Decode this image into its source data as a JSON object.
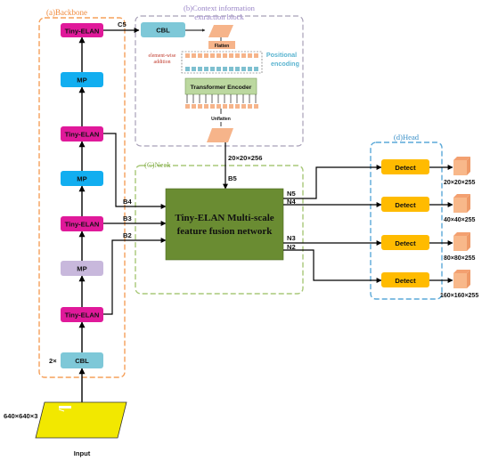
{
  "sections": {
    "backbone": "(a)Backbone",
    "context_line1": "(b)Context information",
    "context_line2": "extraction block",
    "neck": "(C)Neck",
    "head": "(d)Head"
  },
  "backbone": {
    "tiny_elan": "Tiny-ELAN",
    "mp": "MP",
    "cbl": "CBL",
    "repeat": "2×"
  },
  "context": {
    "cbl": "CBL",
    "flatten": "Flatten",
    "unflatten": "Unflatten",
    "transformer": "Transformer Encoder",
    "elementwise_line1": "element-wise",
    "elementwise_line2": "addition",
    "positional_line1": "Positional",
    "positional_line2": "encoding"
  },
  "labels": {
    "c5": "C5",
    "b5": "B5",
    "b4": "B4",
    "b3": "B3",
    "b2": "B2",
    "n5": "N5",
    "n4": "N4",
    "n3": "N3",
    "n2": "N2",
    "dim_context": "20×20×256",
    "input_size": "640×640×3",
    "input": "Input"
  },
  "neck": {
    "line1": "Tiny-ELAN Multi-scale",
    "line2": "feature fusion network"
  },
  "head": {
    "detect": "Detect",
    "outputs": [
      "20×20×255",
      "40×40×255",
      "80×80×255",
      "160×160×255"
    ]
  },
  "colors": {
    "backbone_border": "#f5a05a",
    "backbone_title": "#f08a3c",
    "context_border": "#a8a0b8",
    "context_title": "#9a86c8",
    "neck_border": "#a8c878",
    "neck_title": "#88b050",
    "head_border": "#5aa8d8",
    "head_title": "#3a90c8",
    "tiny_elan": "#e0199a",
    "mp": "#12aef0",
    "mp_alt": "#c8b8dc",
    "cbl": "#7ec8d8",
    "neck_box": "#6a8c32",
    "detect": "#ffbb00",
    "output": "#f8b88a",
    "transformer": "#bcd8a0",
    "token": "#f6b48a",
    "positional": "#7ec0d0",
    "input_image": "#f2e800"
  },
  "icons": [
    "arrow-icon",
    "feature-map-icon",
    "input-image-icon"
  ]
}
